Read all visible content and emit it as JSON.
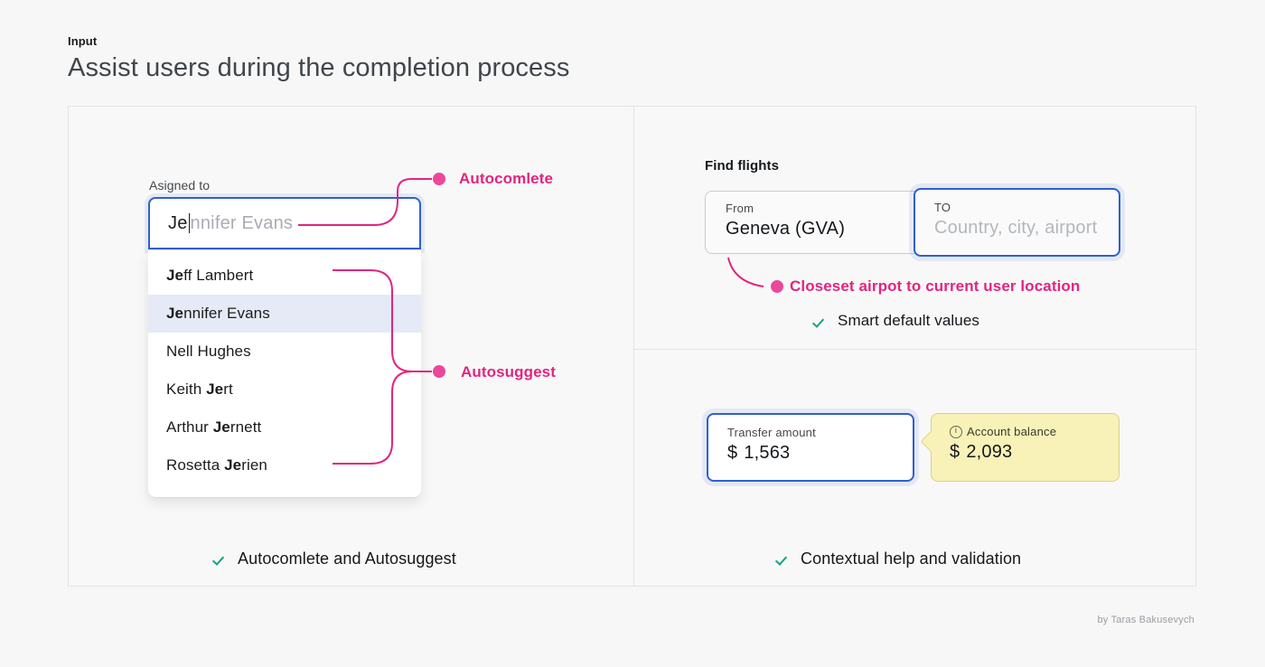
{
  "header": {
    "eyebrow": "Input",
    "title": "Assist users during the completion process"
  },
  "autocomplete": {
    "label": "Asigned to",
    "typed_text": "Je",
    "ghost_text": "nnifer Evans",
    "suggestions": [
      {
        "bold": "Je",
        "rest": "ff Lambert",
        "selected": false
      },
      {
        "bold": "Je",
        "rest": "nnifer Evans",
        "selected": true
      },
      {
        "bold": "",
        "rest": "Nell Hughes",
        "selected": false
      },
      {
        "bold": "Je",
        "rest": "rt",
        "prefix": "Keith ",
        "selected": false
      },
      {
        "bold": "Je",
        "rest": "rnett",
        "prefix": "Arthur ",
        "selected": false
      },
      {
        "bold": "Je",
        "rest": "rien",
        "prefix": "Rosetta ",
        "selected": false
      }
    ],
    "items_text": {
      "item0": "Je|ff Lambert",
      "item1": "Je|nnifer Evans",
      "item2": "Nell Hughes",
      "item3": "Keith Je|rt",
      "item4": "Arthur Je|rnett",
      "item5": "Rosetta Je|rien"
    },
    "annotation_autocomplete": "Autocomlete",
    "annotation_autosuggest": "Autosuggest",
    "caption": "Autocomlete and Autosuggest"
  },
  "flights": {
    "title": "Find flights",
    "from_label": "From",
    "from_value": "Geneva (GVA)",
    "to_label": "TO",
    "to_placeholder": "Country, city, airport",
    "annotation": "Closeset airpot to current user location",
    "caption": "Smart default values"
  },
  "transfer": {
    "label": "Transfer amount",
    "currency": "$",
    "value": "1,563",
    "tooltip_label": "Account balance",
    "tooltip_currency": "$",
    "tooltip_value": "2,093",
    "tooltip_icon": "info-icon",
    "caption": "Contextual help and validation"
  },
  "footer": {
    "credit": "by Taras Bakusevych"
  },
  "colors": {
    "accent_pink": "#e2257e",
    "focus_blue": "#2f5fd0",
    "check_green": "#10a37f",
    "tooltip_yellow": "#f8f2b8",
    "page_bg": "#f7f7f7"
  }
}
